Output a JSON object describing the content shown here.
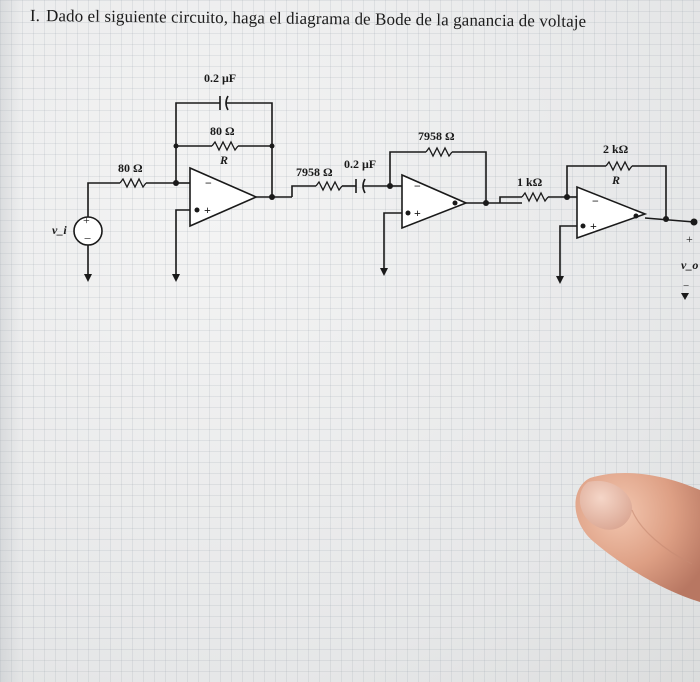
{
  "heading": {
    "number": "I.",
    "text": "Dado el siguiente circuito, haga el diagrama de Bode de la ganancia de voltaje"
  },
  "circuit": {
    "source": {
      "name": "v_i",
      "plus": "+",
      "minus": "−"
    },
    "stage1": {
      "r_in": "80 Ω",
      "c_fb": "0.2 μF",
      "r_fb": "80 Ω",
      "r_fb_name": "R",
      "minus": "−",
      "plus": "+"
    },
    "stage2": {
      "r_in": "7958 Ω",
      "c_in": "0.2 μF",
      "r_fb": "7958 Ω",
      "minus": "−",
      "plus": "+"
    },
    "stage3": {
      "r_in": "1 kΩ",
      "r_fb": "2 kΩ",
      "r_fb_name": "R",
      "minus": "−",
      "plus": "+"
    },
    "output": {
      "name": "v_o",
      "plus": "+",
      "minus": "−"
    }
  }
}
